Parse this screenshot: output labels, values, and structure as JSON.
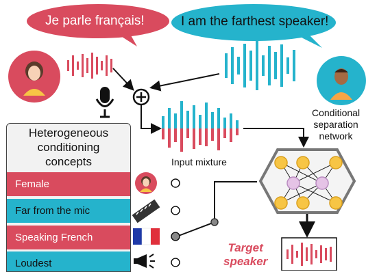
{
  "bubbles": {
    "left": {
      "text": "Je parle français!",
      "color": "#d94b5e"
    },
    "right": {
      "text": "I am the farthest speaker!",
      "color": "#25b3cc"
    }
  },
  "labels": {
    "input_mixture": "Input mixture",
    "network": [
      "Conditional",
      "separation",
      "network"
    ],
    "target": [
      "Target",
      "speaker"
    ]
  },
  "panel": {
    "title": [
      "Heterogeneous",
      "conditioning",
      "concepts"
    ],
    "items": [
      {
        "label": "Female",
        "color": "#d94b5e",
        "icon": "female-avatar-icon"
      },
      {
        "label": "Far from the mic",
        "color": "#25b3cc",
        "icon": "ruler-icon"
      },
      {
        "label": "Speaking French",
        "color": "#d94b5e",
        "icon": "french-flag-icon"
      },
      {
        "label": "Loudest",
        "color": "#25b3cc",
        "icon": "megaphone-icon"
      }
    ]
  },
  "colors": {
    "red": "#d94b5e",
    "blue": "#25b3cc",
    "node_orange": "#f7c545",
    "node_purple": "#e5c3e6",
    "hex_fill": "#f4f4f4"
  }
}
